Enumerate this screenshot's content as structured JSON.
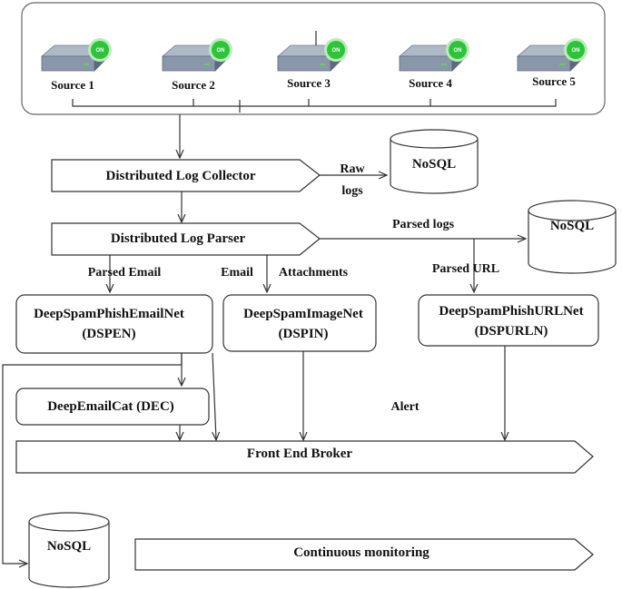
{
  "sources": [
    {
      "label": "Source 1",
      "status": "ON"
    },
    {
      "label": "Source 2",
      "status": "ON"
    },
    {
      "label": "Source 3",
      "status": "ON"
    },
    {
      "label": "Source 4",
      "status": "ON"
    },
    {
      "label": "Source 5",
      "status": "ON"
    }
  ],
  "nodes": {
    "collector": "Distributed Log Collector",
    "parser": "Distributed Log Parser",
    "dspen_line1": "DeepSpamPhishEmailNet",
    "dspen_line2": "(DSPEN)",
    "dspin_line1": "DeepSpamImageNet",
    "dspin_line2": "(DSPIN)",
    "dspurln_line1": "DeepSpamPhishURLNet",
    "dspurln_line2": "(DSPURLN)",
    "dec": "DeepEmailCat (DEC)",
    "broker": "Front End Broker",
    "monitoring": "Continuous monitoring"
  },
  "databases": {
    "raw_db": "NoSQL",
    "parsed_db": "NoSQL",
    "monitor_db": "NoSQL"
  },
  "edge_labels": {
    "raw_line1": "Raw",
    "raw_line2": "logs",
    "parsed_logs": "Parsed logs",
    "parsed_email": "Parsed Email",
    "email": "Email",
    "attachments": "Attachments",
    "parsed_url": "Parsed URL",
    "alert": "Alert"
  },
  "colors": {
    "server_body": "#8a97aa",
    "server_top": "#aeb9c8",
    "server_front": "#5d6a7d",
    "status_green": "#2ec43a",
    "status_ring": "#b9ecb9"
  }
}
